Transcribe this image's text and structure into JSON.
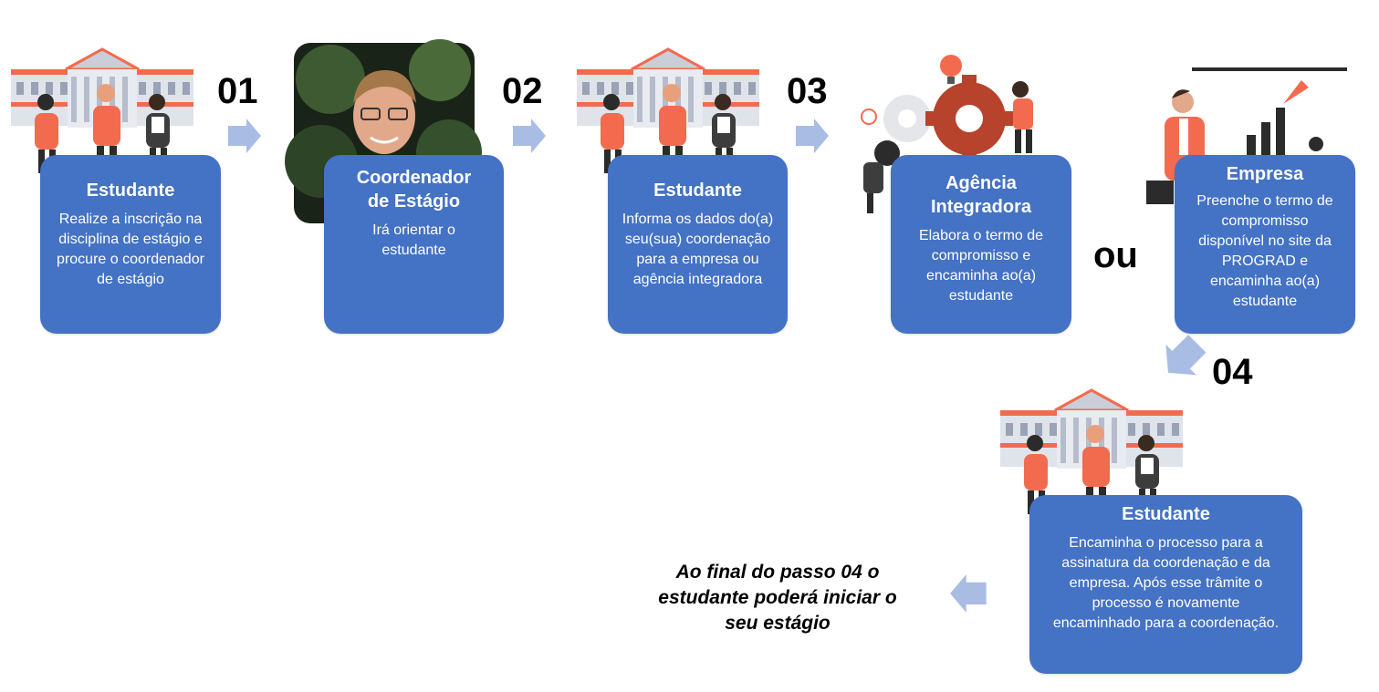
{
  "steps": [
    {
      "title": "Estudante",
      "text": "Realize a inscrição na disciplina de estágio e procure o coordenador de estágio"
    },
    {
      "title": "Coordenador de Estágio",
      "text": "Irá orientar o estudante"
    },
    {
      "title": "Estudante",
      "text": "Informa os dados do(a) seu(sua) coordenação para a empresa ou agência integradora"
    },
    {
      "title": "Agência Integradora",
      "text": "Elabora o termo de compromisso e encaminha ao(a) estudante"
    },
    {
      "title": "Empresa",
      "text": "Preenche o termo de compromisso disponível no site da PROGRAD e encaminha ao(a) estudante"
    },
    {
      "title": "Estudante",
      "text": "Encaminha o processo para a assinatura da coordenação e da empresa. Após esse trâmite o processo é novamente encaminhado para a coordenação."
    }
  ],
  "step_numbers": [
    "01",
    "02",
    "03",
    "04"
  ],
  "or_label": "ou",
  "final_note": "Ao final do passo 04 o estudante poderá iniciar o seu estágio",
  "colors": {
    "box": "#4472c4",
    "arrow": "#a9bde4",
    "accent": "#f26b4f"
  },
  "icons": [
    "university-students-illustration",
    "coordinator-photo",
    "gears-teamwork-illustration",
    "business-presentation-illustration"
  ]
}
